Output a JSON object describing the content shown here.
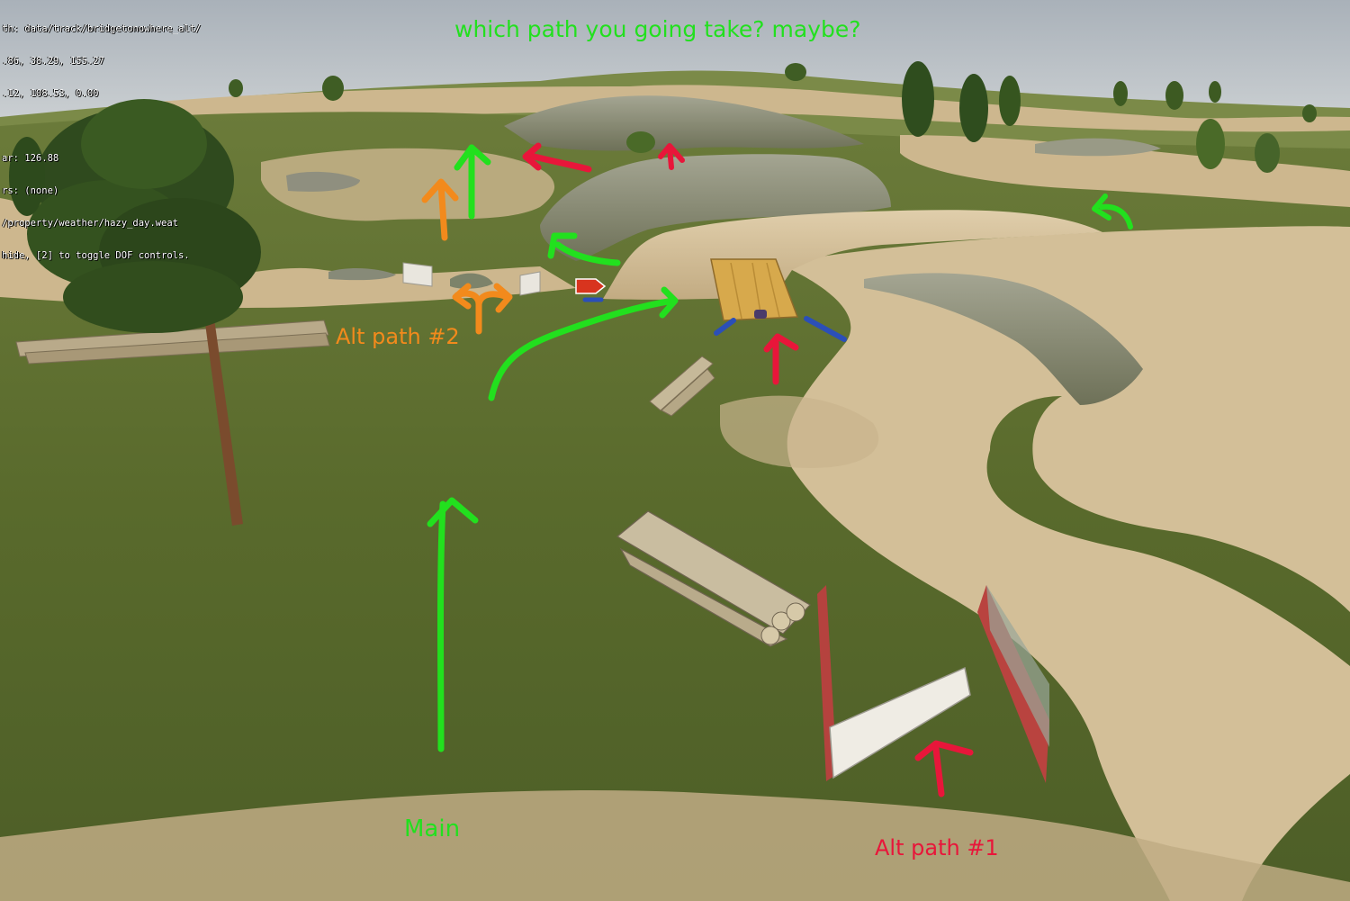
{
  "game": {
    "debug_lines": [
      "th: data/track/bridgetonowhere_alt/",
      ".86, 38.29, 155.27",
      ".12, 108.53, 0.00",
      "",
      "ar: 126.88",
      "rs: (none)",
      "/property/weather/hazy_day.weat",
      "hide, [2] to toggle DOF controls."
    ]
  },
  "annotations": {
    "headline": "which path you going take? maybe?",
    "main": "Main",
    "alt_path_1": "Alt path #1",
    "alt_path_2": "Alt path #2"
  },
  "colors": {
    "green": "#22e01e",
    "red": "#e8163a",
    "orange": "#f28a1c",
    "sky": "#b9c0c7",
    "grass": "#59692e",
    "dirt": "#cfba93"
  }
}
